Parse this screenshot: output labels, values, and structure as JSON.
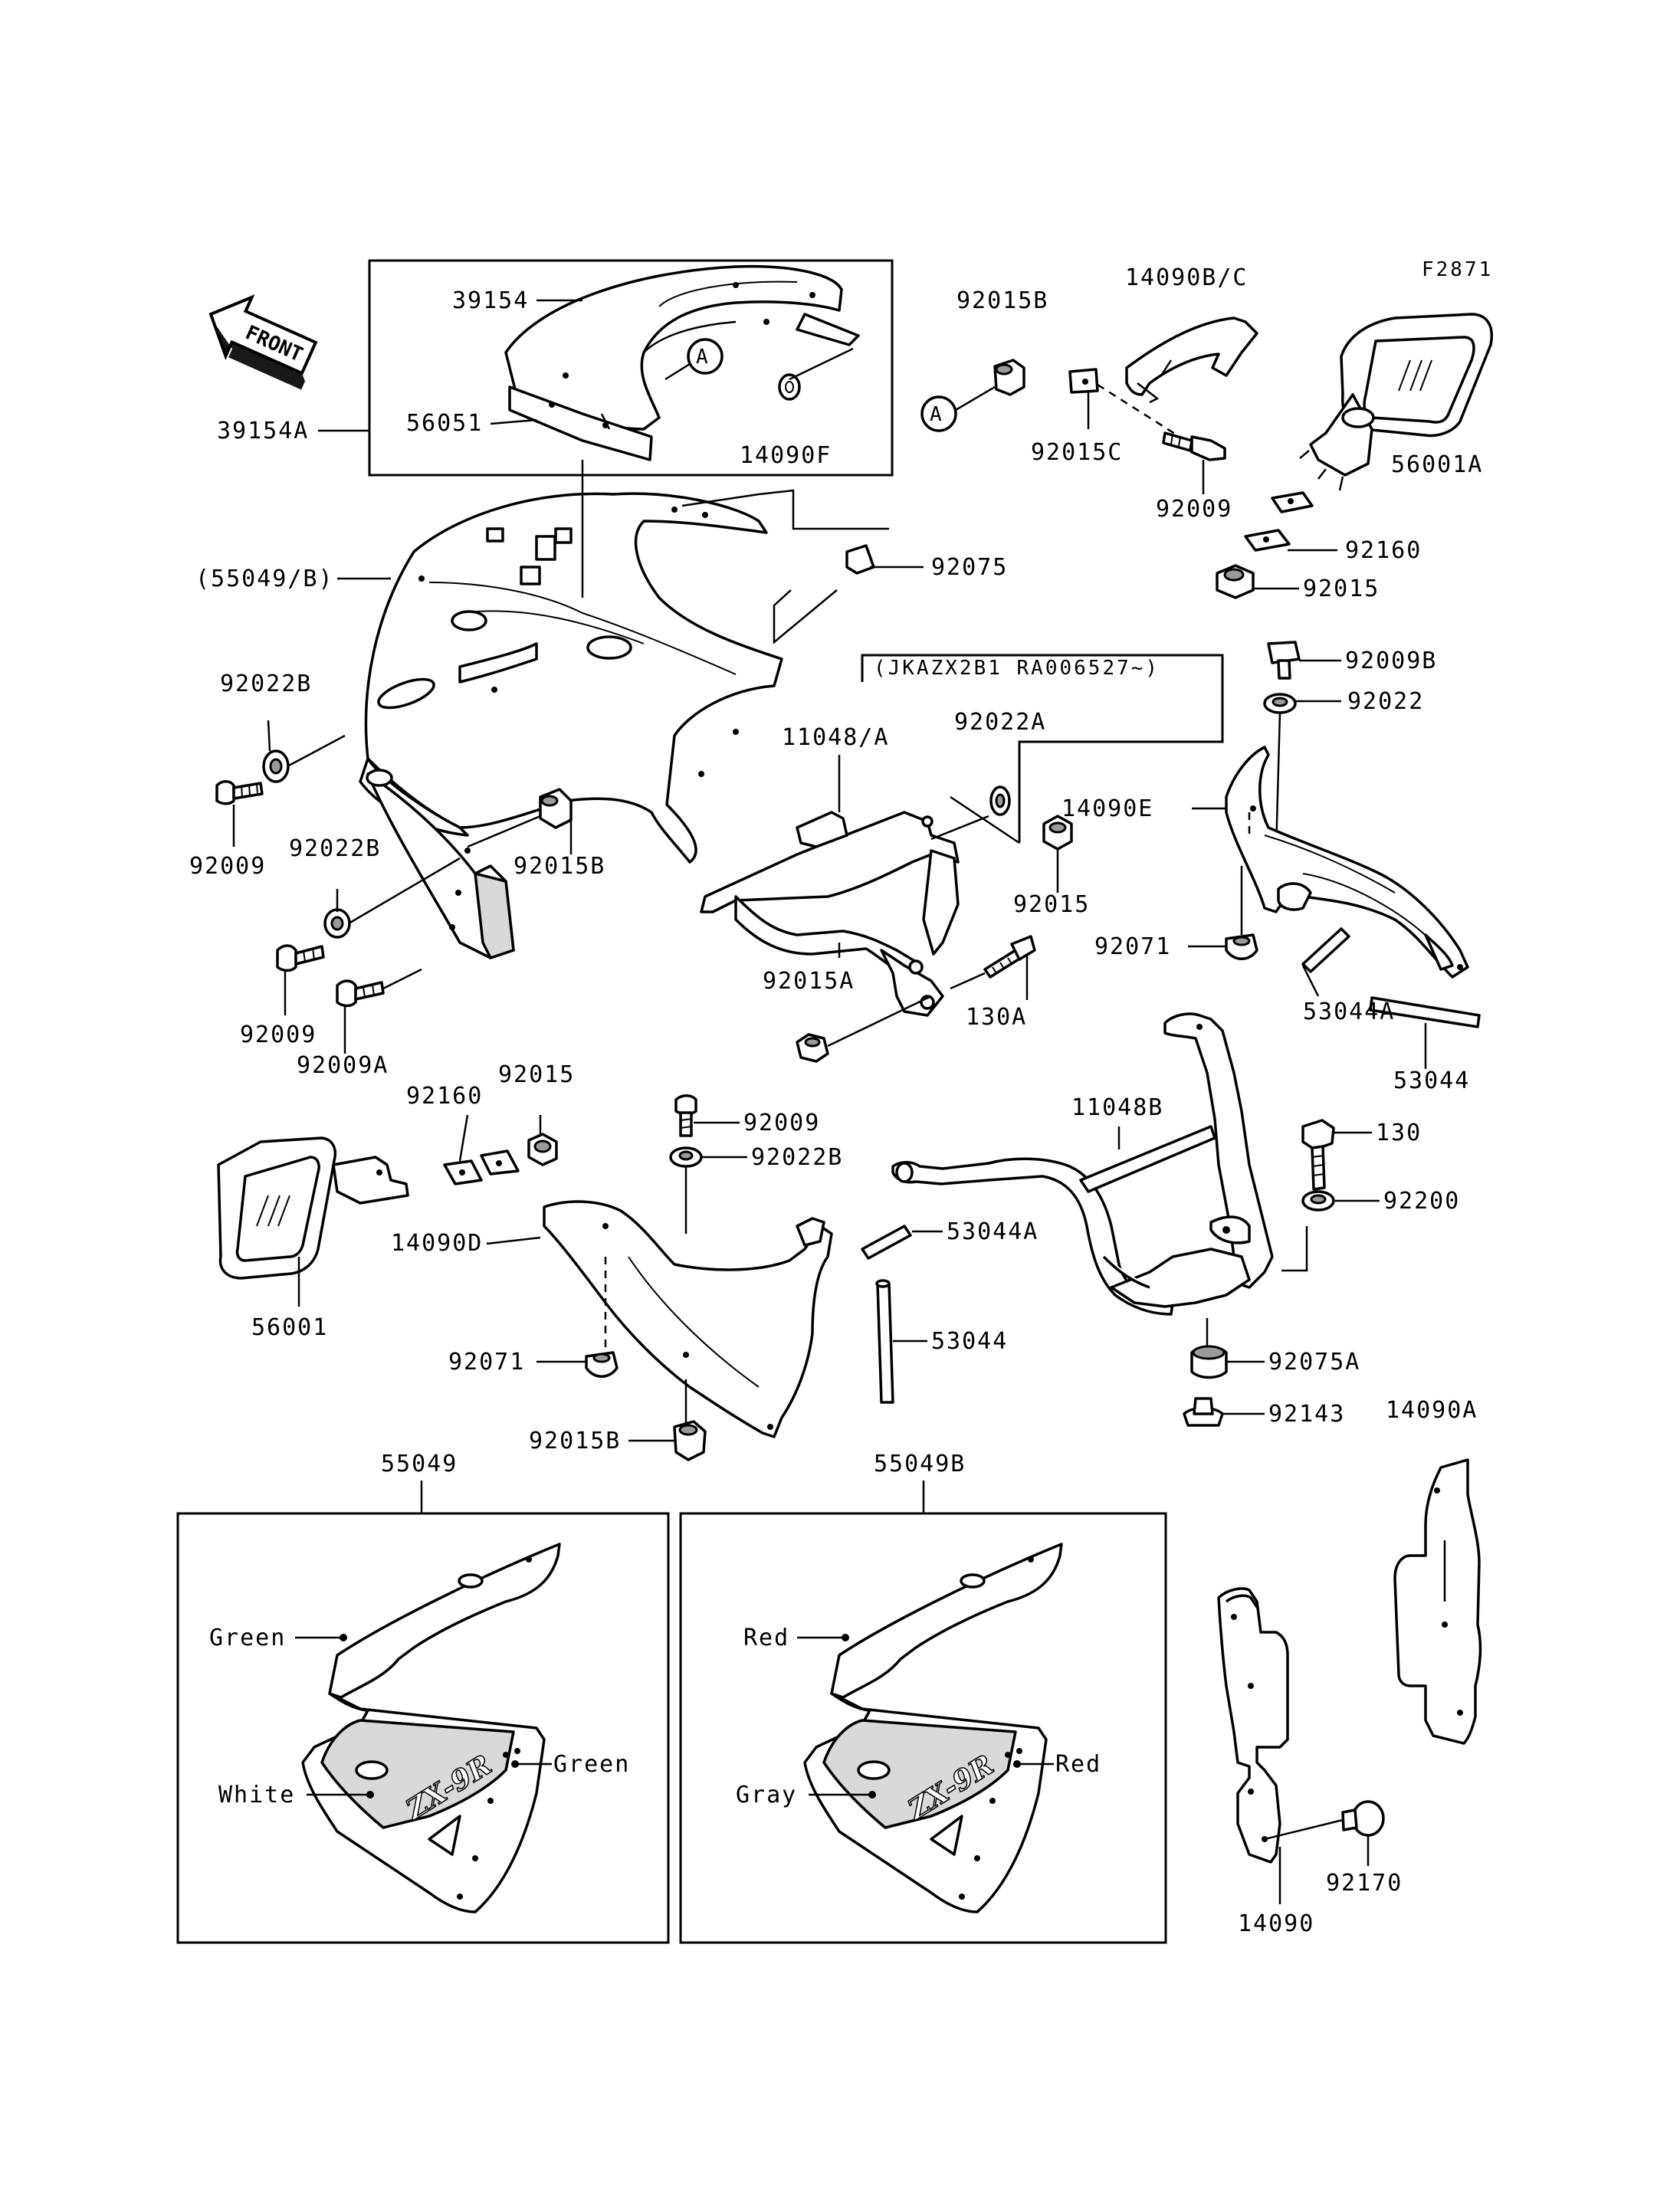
{
  "figure_code": "F2871",
  "front_marker": "FRONT",
  "marker_a": "A",
  "serial_note": "(JKAZX2B1 RA006527~)",
  "part_labels": {
    "p39154": "39154",
    "p39154A": "39154A",
    "p56051": "56051",
    "p14090F": "14090F",
    "p92015B_top": "92015B",
    "p14090BC": "14090B/C",
    "p92015C": "92015C",
    "p92009_top": "92009",
    "p56001A": "56001A",
    "p92160_top": "92160",
    "p92015_top": "92015",
    "p55049B_paren": "(55049/B)",
    "p92075": "92075",
    "p92009B": "92009B",
    "p92022_right": "92022",
    "p92022B_1": "92022B",
    "p11048A": "11048/A",
    "p92022A": "92022A",
    "p14090E": "14090E",
    "p92009_left1": "92009",
    "p92022B_2": "92022B",
    "p92015B_mid": "92015B",
    "p92015_mid": "92015",
    "p92071_right": "92071",
    "p53044A_right": "53044A",
    "p92009_left2": "92009",
    "p92009A": "92009A",
    "p92015A": "92015A",
    "p130A": "130A",
    "p53044_right": "53044",
    "p92160_left": "92160",
    "p92015_left": "92015",
    "p92009_center": "92009",
    "p11048B": "11048B",
    "p130": "130",
    "p92022B_center": "92022B",
    "p92200": "92200",
    "p14090D": "14090D",
    "p53044A_center": "53044A",
    "p56001": "56001",
    "p92071_center": "92071",
    "p53044_center": "53044",
    "p92075A": "92075A",
    "p92143": "92143",
    "p92015B_bottom": "92015B",
    "p14090A": "14090A",
    "p55049": "55049",
    "p55049B": "55049B",
    "p14090": "14090",
    "p92170": "92170"
  },
  "color_labels": {
    "left_upper": "Green",
    "left_right": "Green",
    "left_lower": "White",
    "right_upper": "Red",
    "right_right": "Red",
    "right_lower": "Gray"
  },
  "decal_text": "ZX-9R"
}
